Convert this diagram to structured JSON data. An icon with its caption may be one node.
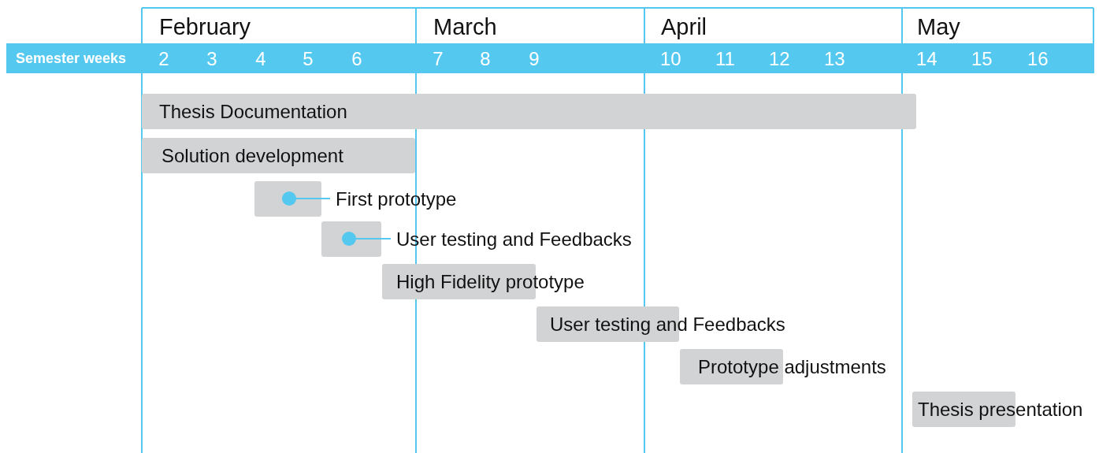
{
  "diagram": {
    "nodes": [
      {
        "text": [
          "Thesis Documentation"
        ]
      },
      {
        "text": [
          "Solution development"
        ]
      },
      {
        "text": [
          "First prototype"
        ]
      },
      {
        "text": [
          "User testing and Feedbacks"
        ]
      },
      {
        "text": [
          "High Fidelity prototype"
        ]
      },
      {
        "text": [
          "User testing and Feedbacks"
        ]
      },
      {
        "text": [
          "Prototype adjustments"
        ]
      },
      {
        "text": [
          "Thesis presentation"
        ]
      }
    ],
    "edges": [],
    "labels": [
      "February",
      "March",
      "April",
      "May",
      "Semester weeks",
      "2",
      "3",
      "4",
      "5",
      "6",
      "7",
      "8",
      "9",
      "10",
      "11",
      "12",
      "13",
      "14",
      "15",
      "16"
    ]
  }
}
